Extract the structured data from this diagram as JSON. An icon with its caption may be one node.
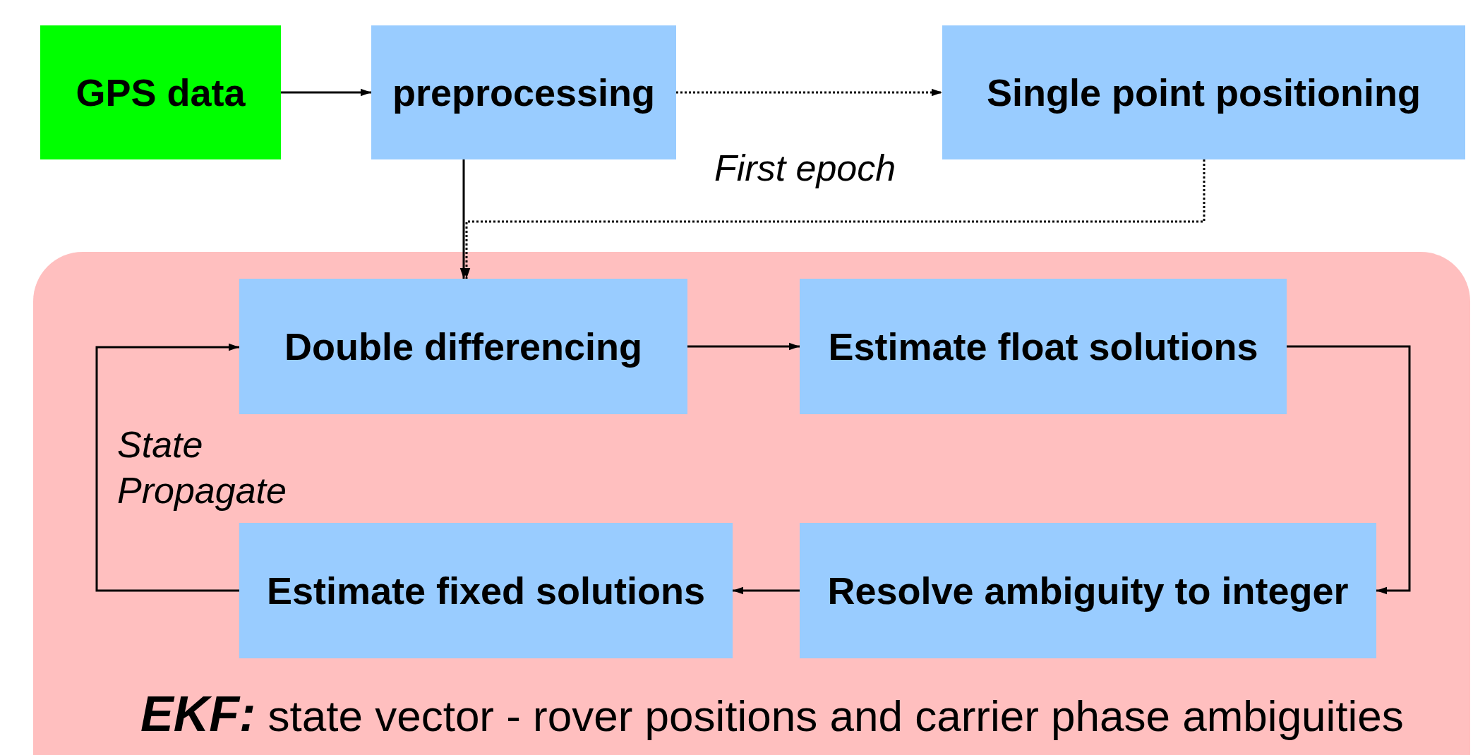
{
  "diagram": {
    "nodes": [
      {
        "text": [
          "GPS data"
        ]
      },
      {
        "text": [
          "preprocessing"
        ]
      },
      {
        "text": [
          "Single point positioning"
        ]
      },
      {
        "text": [
          "**EKF:** state vector - rover positions and carrier phase ambiguities"
        ]
      },
      {
        "text": [
          "Double differencing"
        ],
        "in": 3
      },
      {
        "text": [
          "Estimate float solutions"
        ],
        "in": 3
      },
      {
        "text": [
          "Estimate fixed solutions"
        ],
        "in": 3
      },
      {
        "text": [
          "Resolve ambiguity to integer"
        ],
        "in": 3
      }
    ],
    "edges": [
      {
        "from": 0,
        "to": 1,
        "arrow": "to"
      },
      {
        "from": 1,
        "to": 2,
        "arrow": "to",
        "style": "dashed",
        "label": "First epoch"
      },
      {
        "from": 1,
        "to": 4,
        "arrow": "to"
      },
      {
        "from": 2,
        "to": 4,
        "arrow": "to",
        "style": "dashed"
      },
      {
        "from": 4,
        "to": 5,
        "arrow": "to"
      },
      {
        "from": 5,
        "to": 7,
        "arrow": "to"
      },
      {
        "from": 7,
        "to": 6,
        "arrow": "to"
      },
      {
        "from": 6,
        "to": 4,
        "arrow": "to",
        "label": "State Propagate"
      }
    ]
  }
}
